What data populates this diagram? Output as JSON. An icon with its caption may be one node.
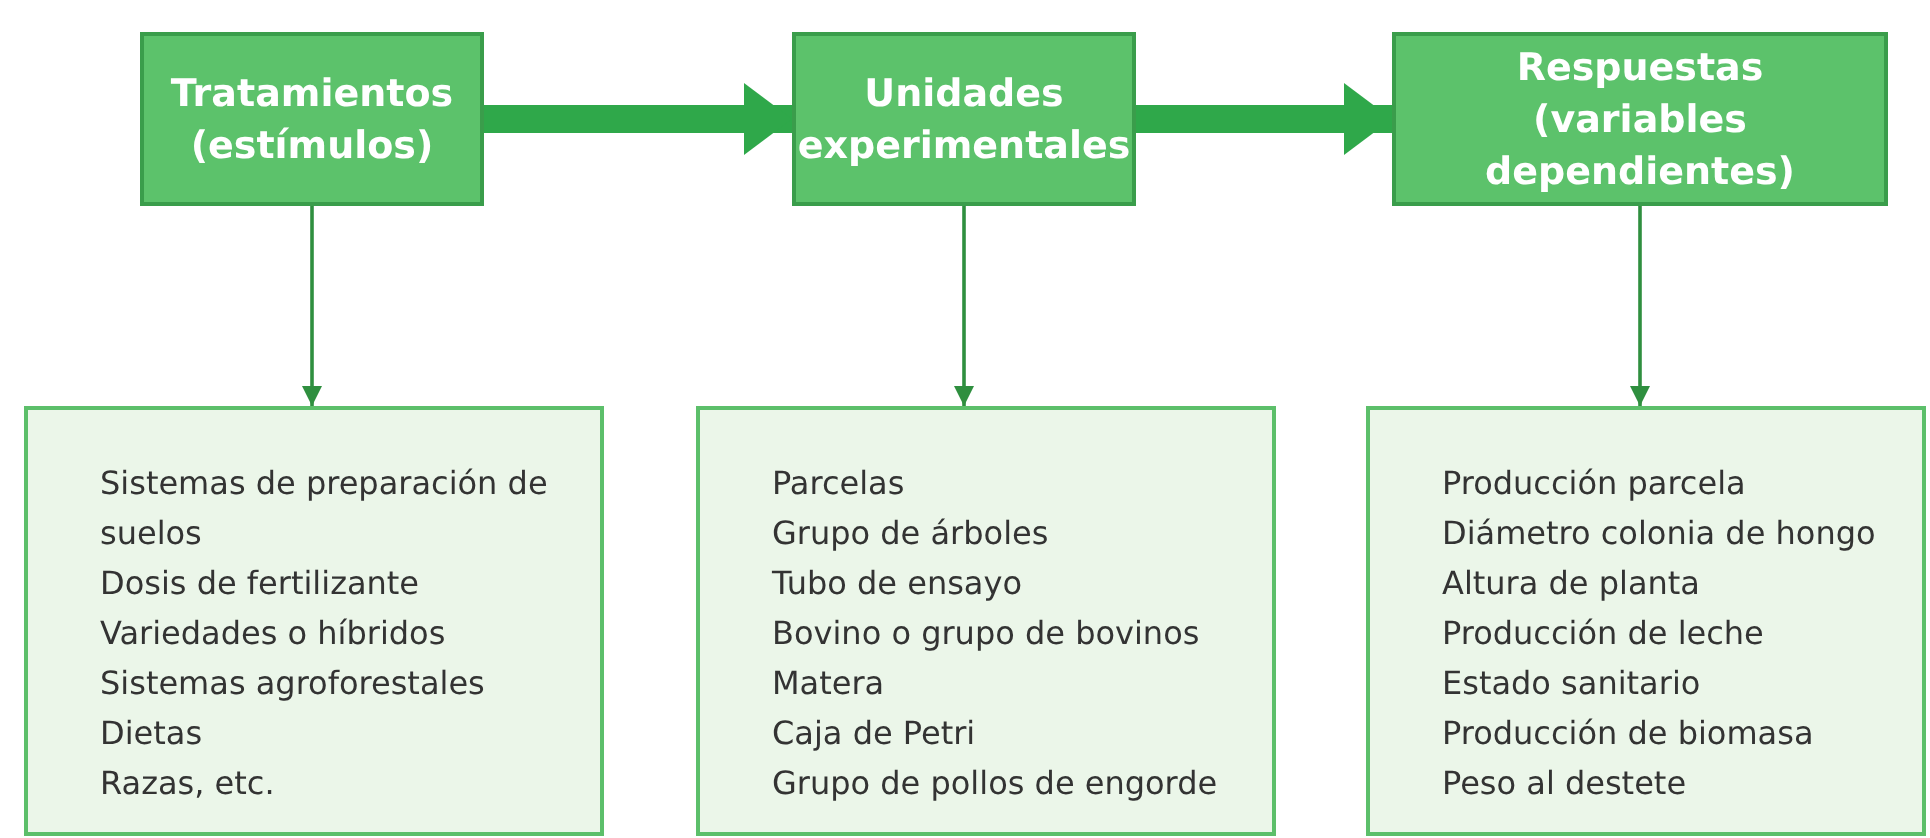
{
  "diagram": {
    "nodes": [
      {
        "text": [
          "Tratamientos (estímulos)"
        ]
      },
      {
        "text": [
          "Unidades experimentales"
        ]
      },
      {
        "text": [
          "Respuestas (variables dependientes)"
        ]
      },
      {
        "text": [
          "Sistemas de preparación de suelos",
          "Dosis de fertilizante",
          "Variedades o híbridos",
          "Sistemas agroforestales",
          "Dietas",
          "Razas, etc."
        ]
      },
      {
        "text": [
          "Parcelas",
          "Grupo de árboles",
          "Tubo de ensayo",
          "Bovino o grupo de bovinos",
          "Matera",
          "Caja de Petri",
          "Grupo de pollos de engorde"
        ]
      },
      {
        "text": [
          "Producción parcela",
          "Diámetro colonia de hongo",
          "Altura de planta",
          "Producción de leche",
          "Estado sanitario",
          "Producción de biomasa",
          "Peso al destete"
        ]
      }
    ],
    "edges": [
      {
        "from": 0,
        "to": 1,
        "arrow": "to",
        "style": "thick"
      },
      {
        "from": 1,
        "to": 2,
        "arrow": "to",
        "style": "thick"
      },
      {
        "from": 0,
        "to": 3,
        "arrow": "to"
      },
      {
        "from": 1,
        "to": 4,
        "arrow": "to"
      },
      {
        "from": 2,
        "to": 5,
        "arrow": "to"
      }
    ]
  }
}
